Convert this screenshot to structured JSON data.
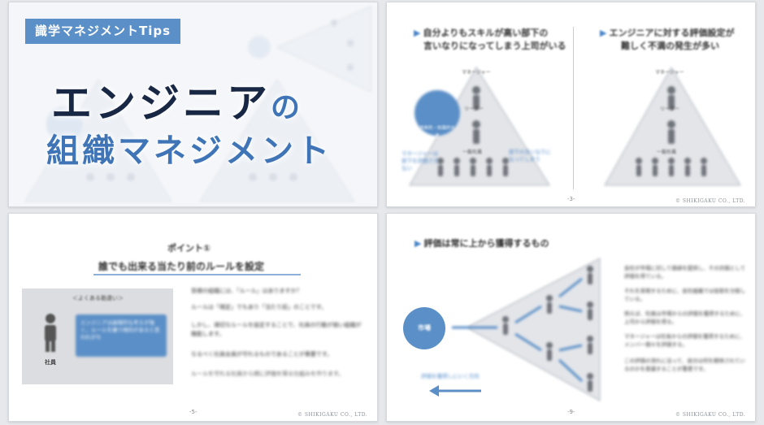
{
  "slide1": {
    "tag": "識学マネジメントTips",
    "title_line1": "エンジニア",
    "title_no": "の",
    "title_line2": "組織マネジメント"
  },
  "slide2": {
    "left_heading_1": "自分よりもスキルが高い部下の",
    "left_heading_2": "言いなりになってしまう上司がいる",
    "right_heading_1": "エンジニアに対する評価設定が",
    "right_heading_2": "難しく不満の発生が多い",
    "manager": "マネージャー",
    "leader": "リーダー",
    "staff": "一般社員",
    "circle_text": "技術的・知識的な差",
    "page": "-3-",
    "footer": "© SHIKIGAKU CO., LTD."
  },
  "slide3": {
    "title_1": "ポイント①",
    "title_2": "誰でも出来る当たり前のルールを設定",
    "box_title": "＜よくある勘違い＞",
    "person_label": "社員",
    "para1": "皆様の組織には、「ルール」はありますか？",
    "para2": "ルールは「規定」でもあり「当たり前」のことです。",
    "para3": "しかし、適切なルールを設定することで、社員の行動が揃い組織が機能します。",
    "para4": "なるべく社員全員が守れるものであることが重要です。",
    "page": "-5-",
    "footer": "© SHIKIGAKU CO., LTD."
  },
  "slide4": {
    "heading": "評価は常に上から獲得するもの",
    "market": "市場",
    "arrow_caption": "評価を獲得しにいく方向",
    "page": "-9-",
    "footer": "© SHIKIGAKU CO., LTD."
  },
  "colors": {
    "accent": "#5b8fc7",
    "navy": "#182844",
    "blue_text": "#3f74b6"
  }
}
